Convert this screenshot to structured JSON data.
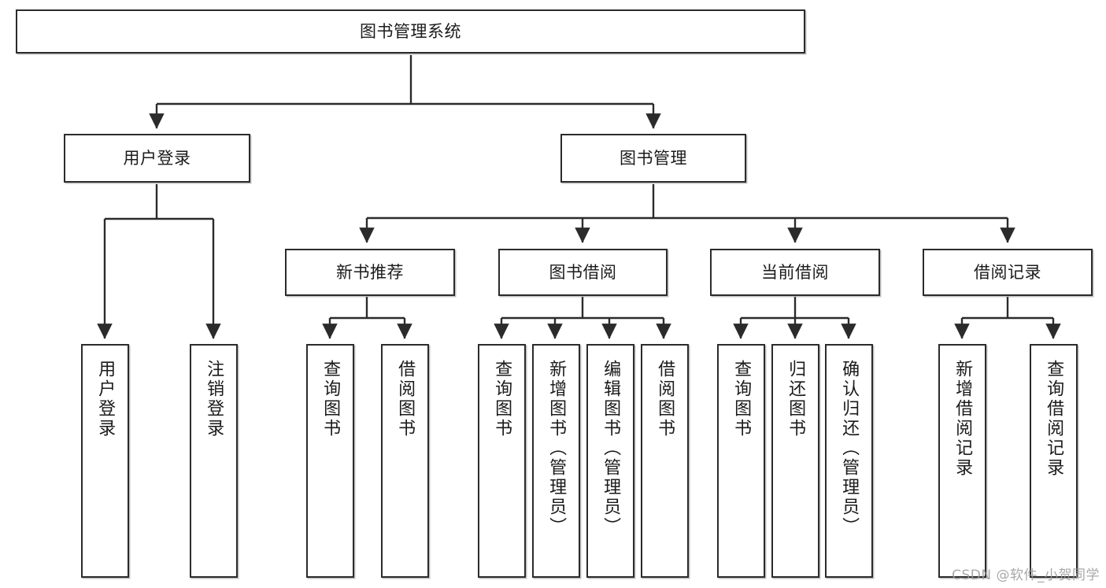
{
  "diagram": {
    "title": "图书管理系统",
    "type": "tree",
    "watermark": "CSDN @软件_小贺同学",
    "colors": {
      "box_border": "#2b2b2b",
      "box_fill": "#ffffff",
      "edge": "#2b2b2b",
      "text": "#1b1b1b",
      "watermark": "#9a9a9a",
      "background": "#ffffff"
    },
    "nodes": {
      "root": {
        "label": "图书管理系统"
      },
      "level2": [
        {
          "id": "user-login",
          "label": "用户登录"
        },
        {
          "id": "book-manage",
          "label": "图书管理"
        }
      ],
      "level3": [
        {
          "id": "new-book-rec",
          "label": "新书推荐"
        },
        {
          "id": "book-borrow",
          "label": "图书借阅"
        },
        {
          "id": "current-borrow",
          "label": "当前借阅"
        },
        {
          "id": "borrow-record",
          "label": "借阅记录"
        }
      ],
      "leaves": {
        "user-login": [
          {
            "id": "leaf-user-login",
            "label": "用户登录"
          },
          {
            "id": "leaf-logout-login",
            "label": "注销登录"
          }
        ],
        "new-book-rec": [
          {
            "id": "leaf-query-book-1",
            "label": "查询图书"
          },
          {
            "id": "leaf-borrow-book-1",
            "label": "借阅图书"
          }
        ],
        "book-borrow": [
          {
            "id": "leaf-query-book-2",
            "label": "查询图书"
          },
          {
            "id": "leaf-add-book",
            "label": "新增图书（管理员）"
          },
          {
            "id": "leaf-edit-book",
            "label": "编辑图书（管理员）"
          },
          {
            "id": "leaf-borrow-book-2",
            "label": "借阅图书"
          }
        ],
        "current-borrow": [
          {
            "id": "leaf-query-book-3",
            "label": "查询图书"
          },
          {
            "id": "leaf-return-book",
            "label": "归还图书"
          },
          {
            "id": "leaf-confirm-return",
            "label": "确认归还（管理员）"
          }
        ],
        "borrow-record": [
          {
            "id": "leaf-add-record",
            "label": "新增借阅记录"
          },
          {
            "id": "leaf-query-record",
            "label": "查询借阅记录"
          }
        ]
      }
    }
  }
}
